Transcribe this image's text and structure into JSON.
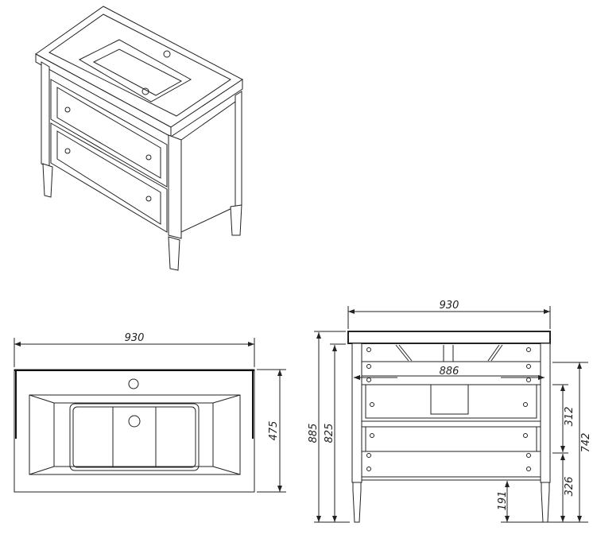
{
  "drawing": {
    "top_view": {
      "width_label": "930",
      "depth_label": "475"
    },
    "front_view": {
      "overall_width_label": "930",
      "inner_width_label": "886",
      "total_height_label": "885",
      "cabinet_height_label": "825",
      "body_height_label": "742",
      "upper_drawer_label": "312",
      "lower_drawer_label": "326",
      "leg_clearance_label": "191"
    },
    "colors": {
      "line": "#222222",
      "background": "#ffffff"
    }
  }
}
